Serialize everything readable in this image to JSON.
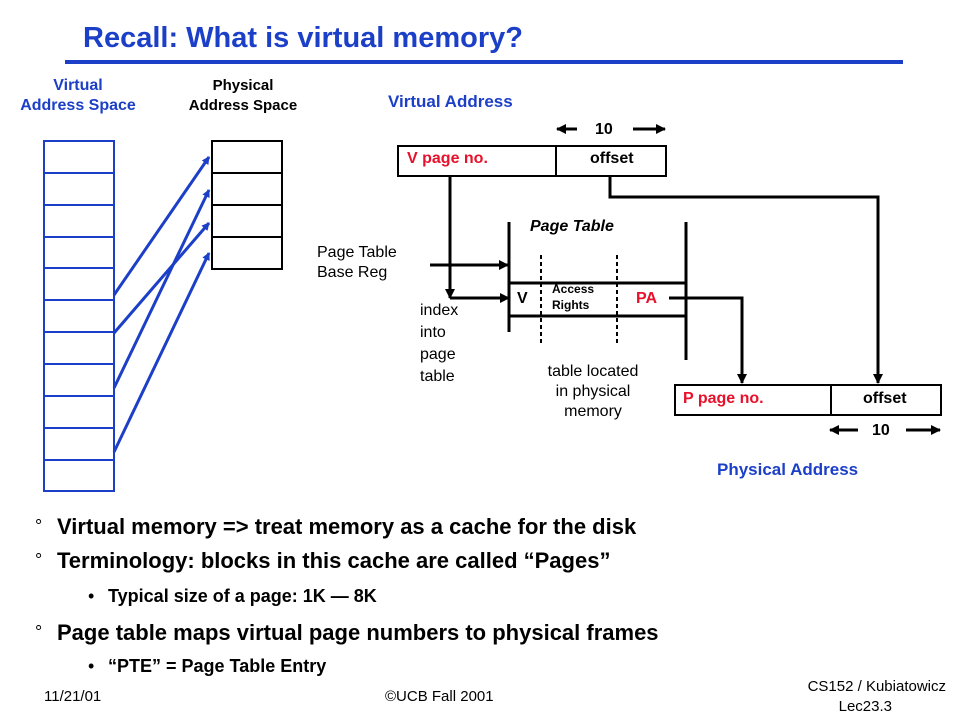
{
  "title": "Recall: What is virtual memory?",
  "labels": {
    "virtual_space_1": "Virtual",
    "virtual_space_2": "Address Space",
    "physical_space_1": "Physical",
    "physical_space_2": "Address Space",
    "virtual_address": "Virtual Address",
    "physical_address": "Physical Address",
    "bits_top": "10",
    "bits_bottom": "10",
    "v_page_no": "V page no.",
    "v_offset": "offset",
    "p_page_no": "P page no.",
    "p_offset": "offset",
    "page_table": "Page Table",
    "ptbr_1": "Page Table",
    "ptbr_2": "Base Reg",
    "index_1": "index",
    "index_2": "into",
    "index_3": "page",
    "index_4": "table",
    "pt_v": "V",
    "pt_access_1": "Access",
    "pt_access_2": "Rights",
    "pt_pa": "PA",
    "located_1": "table located",
    "located_2": "in physical",
    "located_3": "memory"
  },
  "bullets": [
    {
      "text": "Virtual memory => treat memory as a cache for the disk"
    },
    {
      "text": "Terminology: blocks in this cache are called “Pages”"
    },
    {
      "text": "Typical size of a page: 1K — 8K"
    },
    {
      "text": "Page table maps virtual page numbers to physical frames"
    },
    {
      "text": "“PTE” = Page Table Entry"
    }
  ],
  "bullet_marker": "°",
  "sub_marker": "•",
  "footer": {
    "date": "11/21/01",
    "copyright": "©UCB Fall 2001",
    "course": "CS152 / Kubiatowicz",
    "lecture": "Lec23.3"
  },
  "colors": {
    "accent": "#1c3fc7",
    "highlight": "#e8102a"
  }
}
